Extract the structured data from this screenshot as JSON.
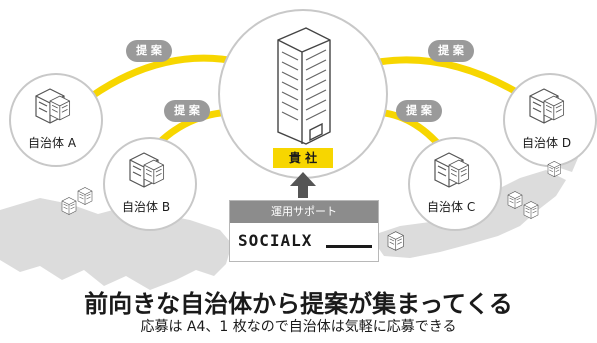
{
  "colors": {
    "accent": "#f7d600",
    "pill": "#9a9a9a",
    "map": "#d9d9d9",
    "circle_border": "#c8c8c8",
    "support_header": "#8c8c8c"
  },
  "proposal_labels": [
    "提 案",
    "提 案",
    "提 案",
    "提 案"
  ],
  "municipalities": {
    "a": {
      "label": "自治体 A",
      "icon": "building-icon"
    },
    "b": {
      "label": "自治体 B",
      "icon": "building-icon"
    },
    "c": {
      "label": "自治体 C",
      "icon": "building-icon"
    },
    "d": {
      "label": "自治体 D",
      "icon": "building-icon"
    }
  },
  "company": {
    "label": "貴 社",
    "icon": "office-tower-icon"
  },
  "support": {
    "header": "運用サポート",
    "brand": "SOCIALX"
  },
  "headline": "前向きな自治体から提案が集まってくる",
  "subline": "応募は A4、1 枚なので自治体は気軽に応募できる"
}
